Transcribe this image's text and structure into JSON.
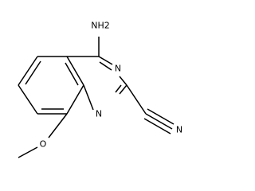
{
  "atoms": {
    "amino": "NH2",
    "ring_n3": "N",
    "ring_n1": "N",
    "nitrile_n": "N",
    "methoxy_o": "O"
  },
  "colors": {
    "bond": "#000000",
    "label": "#000000",
    "background": "#ffffff"
  }
}
